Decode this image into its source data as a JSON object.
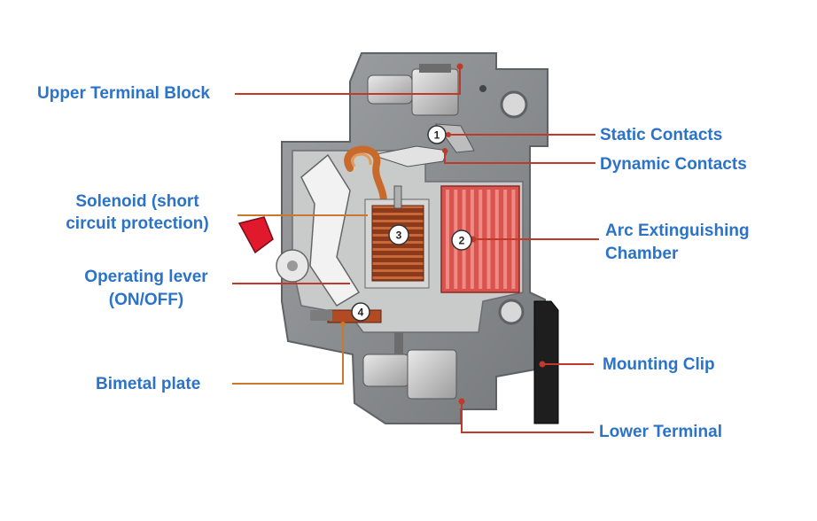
{
  "labels": {
    "upper_terminal_block": "Upper Terminal Block",
    "static_contacts": "Static Contacts",
    "dynamic_contacts": "Dynamic Contacts",
    "solenoid_line1": "Solenoid (short",
    "solenoid_line2": "circuit protection)",
    "arc_line1": "Arc Extinguishing",
    "arc_line2": "Chamber",
    "operating_lever_line1": "Operating lever",
    "operating_lever_line2": "(ON/OFF)",
    "mounting_clip": "Mounting Clip",
    "bimetal_plate": "Bimetal plate",
    "lower_terminal": "Lower Terminal"
  },
  "markers": {
    "m1": "1",
    "m2": "2",
    "m3": "3",
    "m4": "4"
  },
  "colors": {
    "label_text": "#2b73c9",
    "leader_line": "#c0392b",
    "leader_line_orange": "#c9782e",
    "housing": "#8a8d8f",
    "housing_dark": "#5f6264",
    "arc_chamber": "#d9544f",
    "coil": "#b5542c",
    "clip": "#1e1e1e"
  }
}
